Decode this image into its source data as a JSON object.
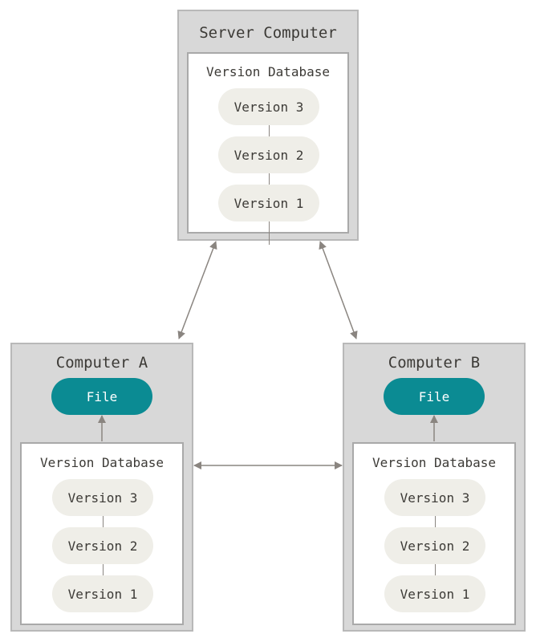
{
  "server": {
    "title": "Server Computer",
    "db_title": "Version Database",
    "versions": [
      "Version 3",
      "Version 2",
      "Version 1"
    ]
  },
  "computer_a": {
    "title": "Computer A",
    "file_label": "File",
    "db_title": "Version Database",
    "versions": [
      "Version 3",
      "Version 2",
      "Version 1"
    ]
  },
  "computer_b": {
    "title": "Computer B",
    "file_label": "File",
    "db_title": "Version Database",
    "versions": [
      "Version 3",
      "Version 2",
      "Version 1"
    ]
  },
  "colors": {
    "box_fill": "#d8d8d8",
    "version_pill": "#efeee8",
    "file_pill": "#0b8b93",
    "arrow": "#8a8580"
  }
}
